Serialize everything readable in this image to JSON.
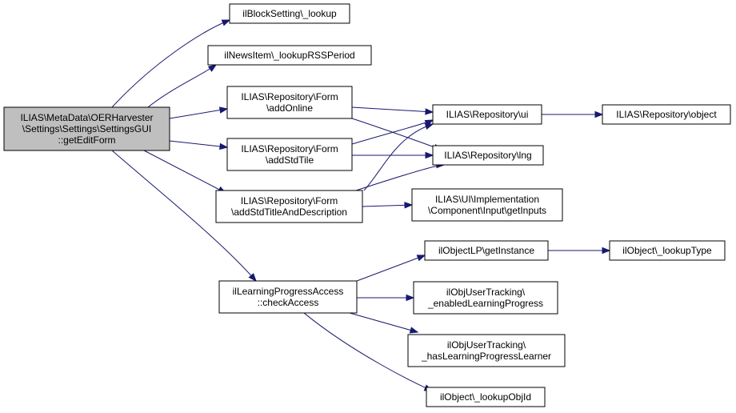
{
  "diagram": {
    "nodes": [
      {
        "id": "root",
        "lines": [
          "ILIAS\\MetaData\\OERHarvester",
          "\\Settings\\Settings\\SettingsGUI",
          "::getEditForm"
        ],
        "root": true
      },
      {
        "id": "blocksetting",
        "lines": [
          "ilBlockSetting\\_lookup"
        ]
      },
      {
        "id": "newsitem",
        "lines": [
          "ilNewsItem\\_lookupRSSPeriod"
        ]
      },
      {
        "id": "addonline",
        "lines": [
          "ILIAS\\Repository\\Form",
          "\\addOnline"
        ]
      },
      {
        "id": "addstdtile",
        "lines": [
          "ILIAS\\Repository\\Form",
          "\\addStdTile"
        ]
      },
      {
        "id": "addstdtitle",
        "lines": [
          "ILIAS\\Repository\\Form",
          "\\addStdTitleAndDescription"
        ]
      },
      {
        "id": "lpaccess",
        "lines": [
          "ilLearningProgressAccess",
          "::checkAccess"
        ]
      },
      {
        "id": "repo_ui",
        "lines": [
          "ILIAS\\Repository\\ui"
        ]
      },
      {
        "id": "repo_lng",
        "lines": [
          "ILIAS\\Repository\\lng"
        ]
      },
      {
        "id": "getinputs",
        "lines": [
          "ILIAS\\UI\\Implementation",
          "\\Component\\Input\\getInputs"
        ]
      },
      {
        "id": "repo_object",
        "lines": [
          "ILIAS\\Repository\\object"
        ]
      },
      {
        "id": "objlp",
        "lines": [
          "ilObjectLP\\getInstance"
        ]
      },
      {
        "id": "enabledlp",
        "lines": [
          "ilObjUserTracking\\",
          "_enabledLearningProgress"
        ]
      },
      {
        "id": "haslpl",
        "lines": [
          "ilObjUserTracking\\",
          "_hasLearningProgressLearner"
        ]
      },
      {
        "id": "lookupobjid",
        "lines": [
          "ilObject\\_lookupObjId"
        ]
      },
      {
        "id": "lookuptype",
        "lines": [
          "ilObject\\_lookupType"
        ]
      }
    ],
    "edges": [
      {
        "from": "root",
        "to": "blocksetting"
      },
      {
        "from": "root",
        "to": "newsitem"
      },
      {
        "from": "root",
        "to": "addonline"
      },
      {
        "from": "root",
        "to": "addstdtile"
      },
      {
        "from": "root",
        "to": "addstdtitle"
      },
      {
        "from": "root",
        "to": "lpaccess"
      },
      {
        "from": "addonline",
        "to": "repo_ui"
      },
      {
        "from": "addonline",
        "to": "repo_lng"
      },
      {
        "from": "addstdtile",
        "to": "repo_ui"
      },
      {
        "from": "addstdtile",
        "to": "repo_lng"
      },
      {
        "from": "addstdtitle",
        "to": "repo_ui"
      },
      {
        "from": "addstdtitle",
        "to": "repo_lng"
      },
      {
        "from": "addstdtitle",
        "to": "getinputs"
      },
      {
        "from": "repo_ui",
        "to": "repo_object"
      },
      {
        "from": "lpaccess",
        "to": "objlp"
      },
      {
        "from": "lpaccess",
        "to": "enabledlp"
      },
      {
        "from": "lpaccess",
        "to": "haslpl"
      },
      {
        "from": "lpaccess",
        "to": "lookupobjid"
      },
      {
        "from": "objlp",
        "to": "lookuptype"
      }
    ]
  }
}
